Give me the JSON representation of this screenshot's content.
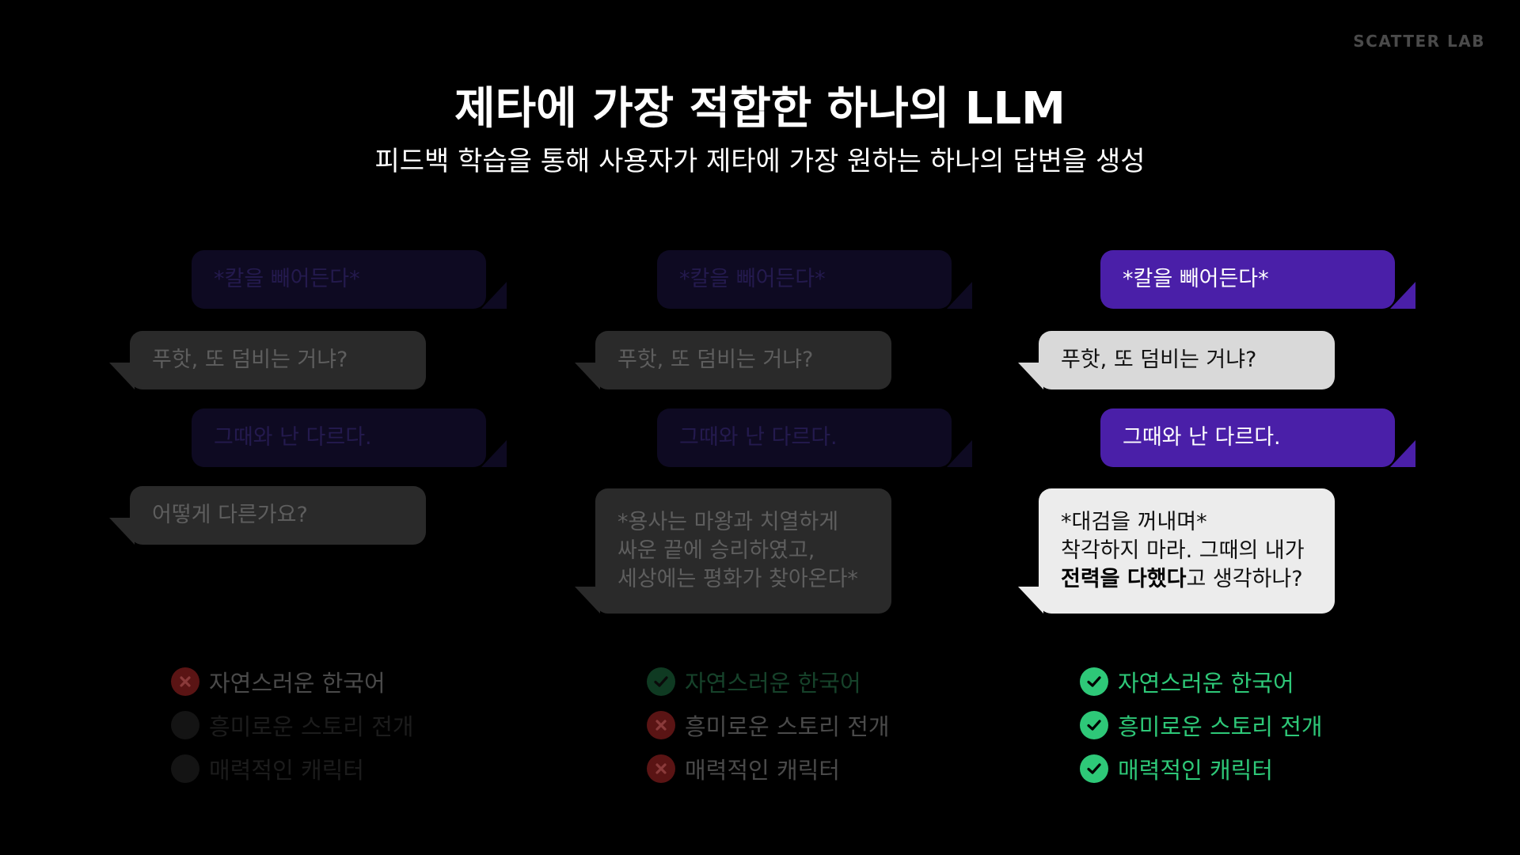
{
  "brand": "SCATTER LAB",
  "title": "제타에 가장 적합한 하나의 LLM",
  "subtitle": "피드백 학습을 통해 사용자가 제타에 가장 원하는 하나의 답변을 생성",
  "columns": [
    {
      "user_msg_1": "*칼을 빼어든다*",
      "bot_msg_1": "푸핫, 또 덤비는 거냐?",
      "user_msg_2": "그때와 난 다르다.",
      "bot_msg_2": {
        "lines": [
          "어떻게 다른가요?"
        ]
      },
      "criteria": [
        {
          "label": "자연스러운 한국어",
          "status": "fail"
        },
        {
          "label": "흥미로운 스토리 전개",
          "status": "none"
        },
        {
          "label": "매력적인 캐릭터",
          "status": "none"
        }
      ]
    },
    {
      "user_msg_1": "*칼을 빼어든다*",
      "bot_msg_1": "푸핫, 또 덤비는 거냐?",
      "user_msg_2": "그때와 난 다르다.",
      "bot_msg_2": {
        "lines": [
          "*용사는 마왕과 치열하게",
          "싸운 끝에 승리하였고,",
          "세상에는 평화가 찾아온다*"
        ]
      },
      "criteria": [
        {
          "label": "자연스러운 한국어",
          "status": "pass"
        },
        {
          "label": "흥미로운 스토리 전개",
          "status": "fail"
        },
        {
          "label": "매력적인 캐릭터",
          "status": "fail"
        }
      ]
    },
    {
      "user_msg_1": "*칼을 빼어든다*",
      "bot_msg_1": "푸핫, 또 덤비는 거냐?",
      "user_msg_2": "그때와 난 다르다.",
      "bot_msg_2": {
        "lines": [
          "*대검을 꺼내며*",
          "착각하지 마라. 그때의 내가"
        ],
        "last_line_bold": "전력을 다했다",
        "last_line_rest": "고 생각하나?"
      },
      "criteria": [
        {
          "label": "자연스러운 한국어",
          "status": "pass"
        },
        {
          "label": "흥미로운 스토리 전개",
          "status": "pass"
        },
        {
          "label": "매력적인 캐릭터",
          "status": "pass"
        }
      ]
    }
  ],
  "colors": {
    "background": "#000000",
    "user_bubble_active": "#4a1fa8",
    "bot_bubble_active": "#d9d9d9",
    "pass_green": "#2ec878",
    "fail_red": "#c62828"
  },
  "icons": {
    "pass": "check-circle-icon",
    "fail": "x-circle-icon"
  }
}
